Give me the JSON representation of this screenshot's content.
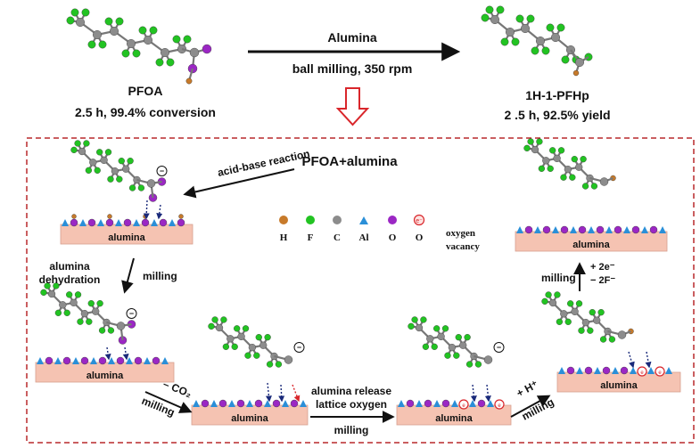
{
  "top": {
    "reactant_name": "PFOA",
    "reactant_detail": "2.5 h, 99.4% conversion",
    "product_name": "1H-1-PFHp",
    "product_detail": "2 .5 h, 92.5% yield",
    "arrow_above": "Alumina",
    "arrow_below": "ball milling, 350 rpm"
  },
  "mechanism": {
    "start_label": "PFOA+alumina",
    "acid_base": "acid-base reaction",
    "dehydration_1": "alumina",
    "dehydration_2": "dehydration",
    "milling": "milling",
    "co2": "– CO₂",
    "release_1": "alumina release",
    "release_2": "lattice oxygen",
    "h_plus": "+ H⁺",
    "plus_e": "+ 2e⁻",
    "minus_f": "− 2F⁻",
    "surface": "alumina",
    "charge": "−",
    "electron": "e⁻"
  },
  "legend": {
    "items": [
      {
        "symbol": "H",
        "color": "#c77a2a",
        "shape": "circle"
      },
      {
        "symbol": "F",
        "color": "#22c322",
        "shape": "circle"
      },
      {
        "symbol": "C",
        "color": "#8c8c8c",
        "shape": "circle"
      },
      {
        "symbol": "Al",
        "color": "#2a8fd8",
        "shape": "triangle"
      },
      {
        "symbol": "O",
        "color": "#9b27c4",
        "shape": "circle"
      }
    ],
    "vacancy_1": "oxygen",
    "vacancy_2": "vacancy"
  },
  "colors": {
    "arrow_hollow": "#d9262b",
    "dashed_frame": "#b8292c",
    "surface_fill": "#f5c3b2",
    "carbon": "#8c8c8c",
    "fluorine": "#22c322",
    "oxygen": "#9b27c4",
    "hydrogen": "#c77a2a",
    "aluminum": "#2a8fd8"
  }
}
